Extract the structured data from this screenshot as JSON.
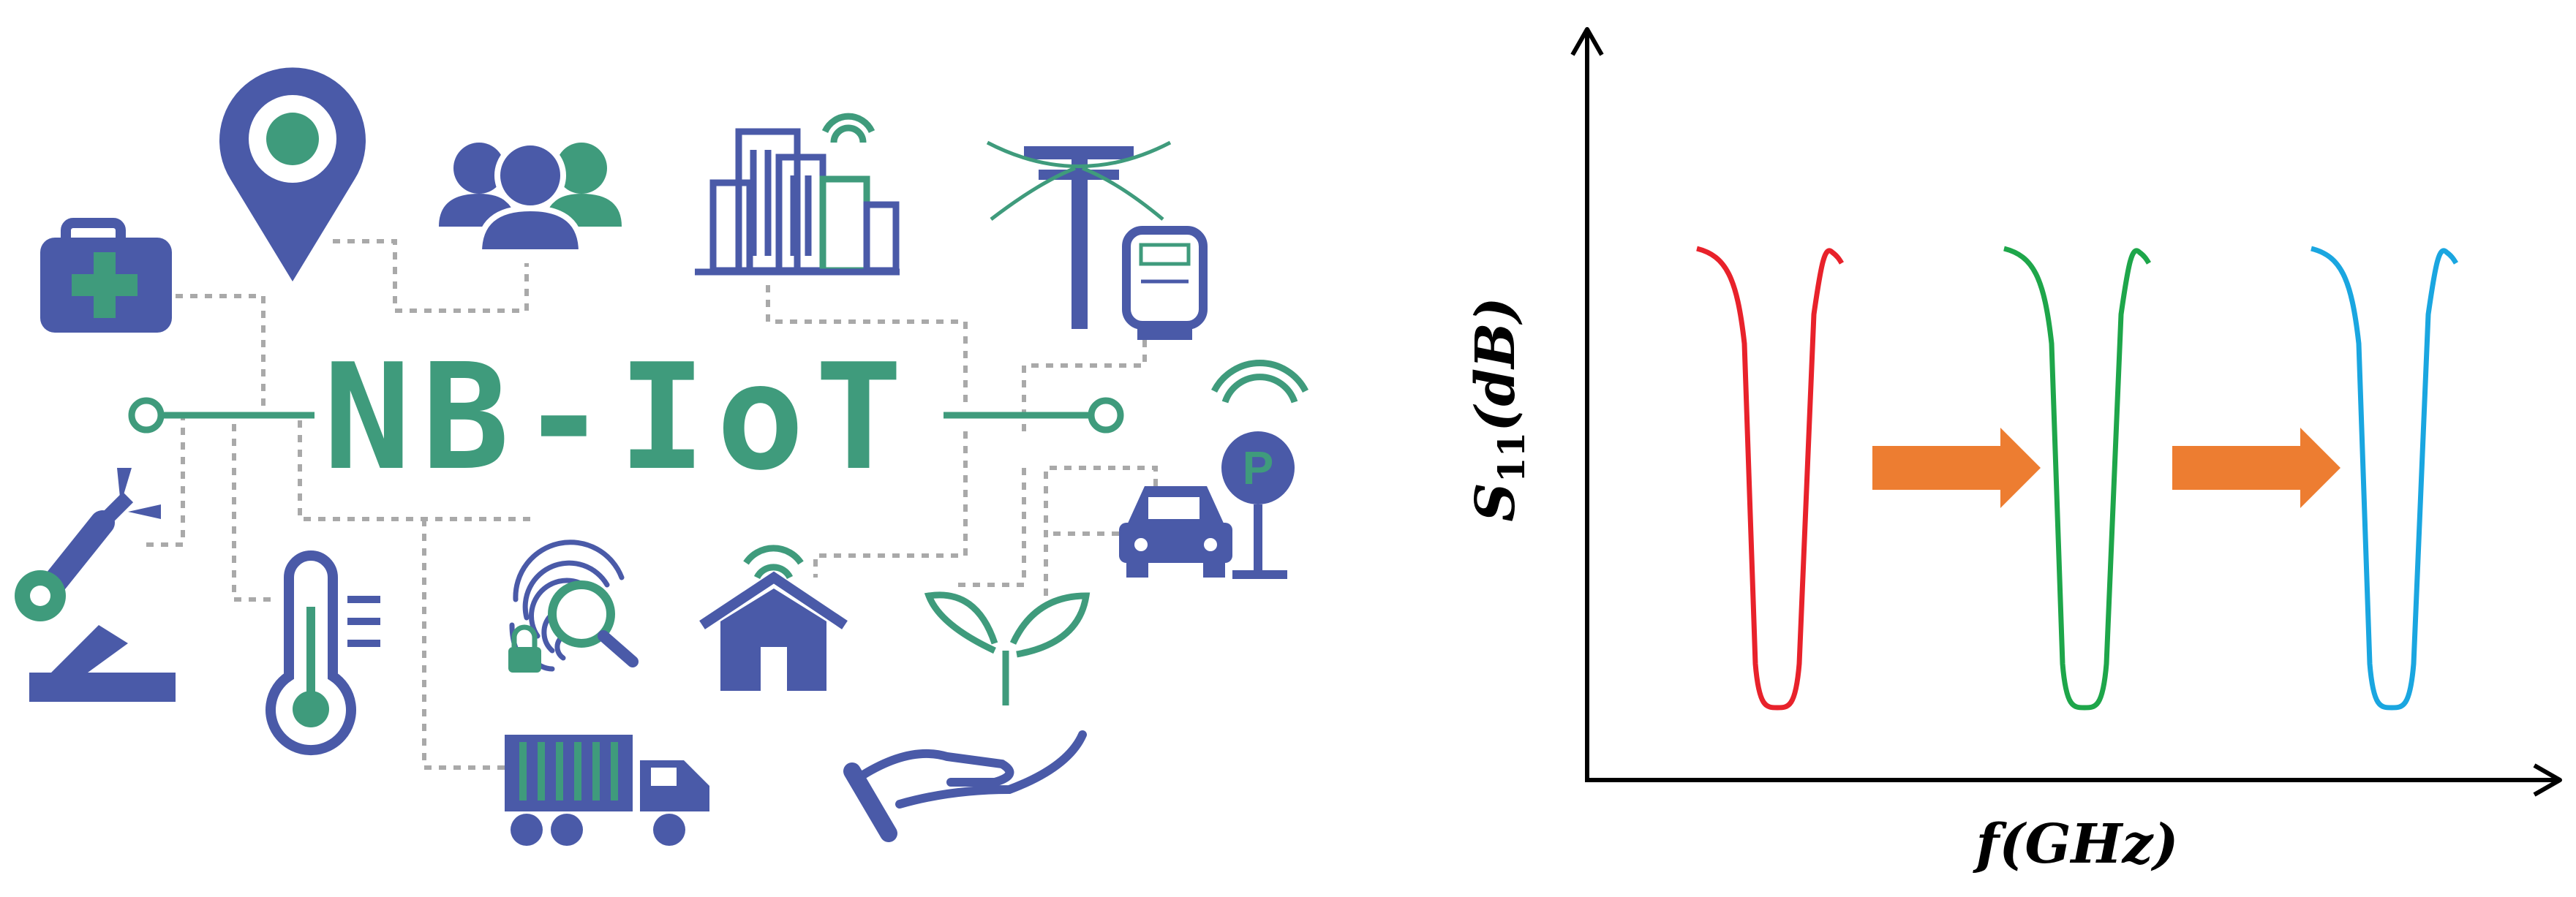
{
  "title": "NB-IoT",
  "colors": {
    "indigo": "#4a5aa8",
    "teal": "#3f9b7c",
    "dotted": "#a9a9a9",
    "arrow": "#ed7d31",
    "axis": "#000000"
  },
  "icons": [
    {
      "name": "medical-kit-icon"
    },
    {
      "name": "location-pin-icon"
    },
    {
      "name": "people-group-icon"
    },
    {
      "name": "smart-city-icon"
    },
    {
      "name": "power-pole-icon"
    },
    {
      "name": "smart-meter-icon"
    },
    {
      "name": "smart-parking-icon"
    },
    {
      "name": "robot-arm-icon"
    },
    {
      "name": "thermometer-icon"
    },
    {
      "name": "fingerprint-search-icon"
    },
    {
      "name": "smart-home-icon"
    },
    {
      "name": "plant-hand-icon"
    },
    {
      "name": "truck-icon"
    }
  ],
  "chart_data": {
    "type": "line",
    "xlabel_base": "f",
    "xlabel_paren": "(GHz)",
    "ylabel_base": "S",
    "ylabel_sub": "11",
    "ylabel_paren": "(dB)",
    "series": [
      {
        "color": "#e8222b"
      },
      {
        "color": "#1ea64a"
      },
      {
        "color": "#1aa6e0"
      }
    ],
    "arrows": 2,
    "arrow_color": "#ed7d31"
  }
}
